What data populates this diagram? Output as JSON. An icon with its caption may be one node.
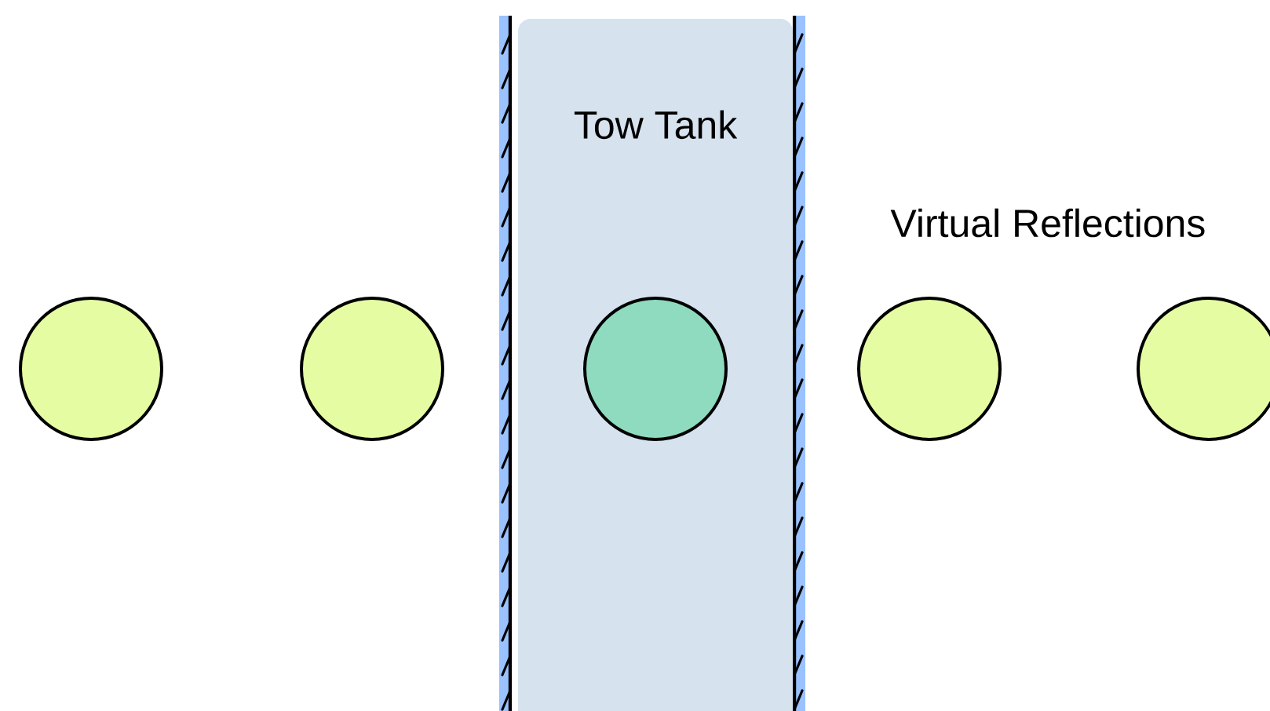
{
  "diagram": {
    "nodes": [
      {
        "text": [],
        "shape": "circle"
      },
      {
        "text": [],
        "shape": "circle"
      },
      {
        "text": [
          "Tow Tank"
        ]
      },
      {
        "text": [],
        "shape": "circle",
        "in": 2
      },
      {
        "text": [],
        "shape": "circle"
      },
      {
        "text": [],
        "shape": "circle"
      }
    ],
    "labels": [
      "Virtual Reflections"
    ]
  }
}
